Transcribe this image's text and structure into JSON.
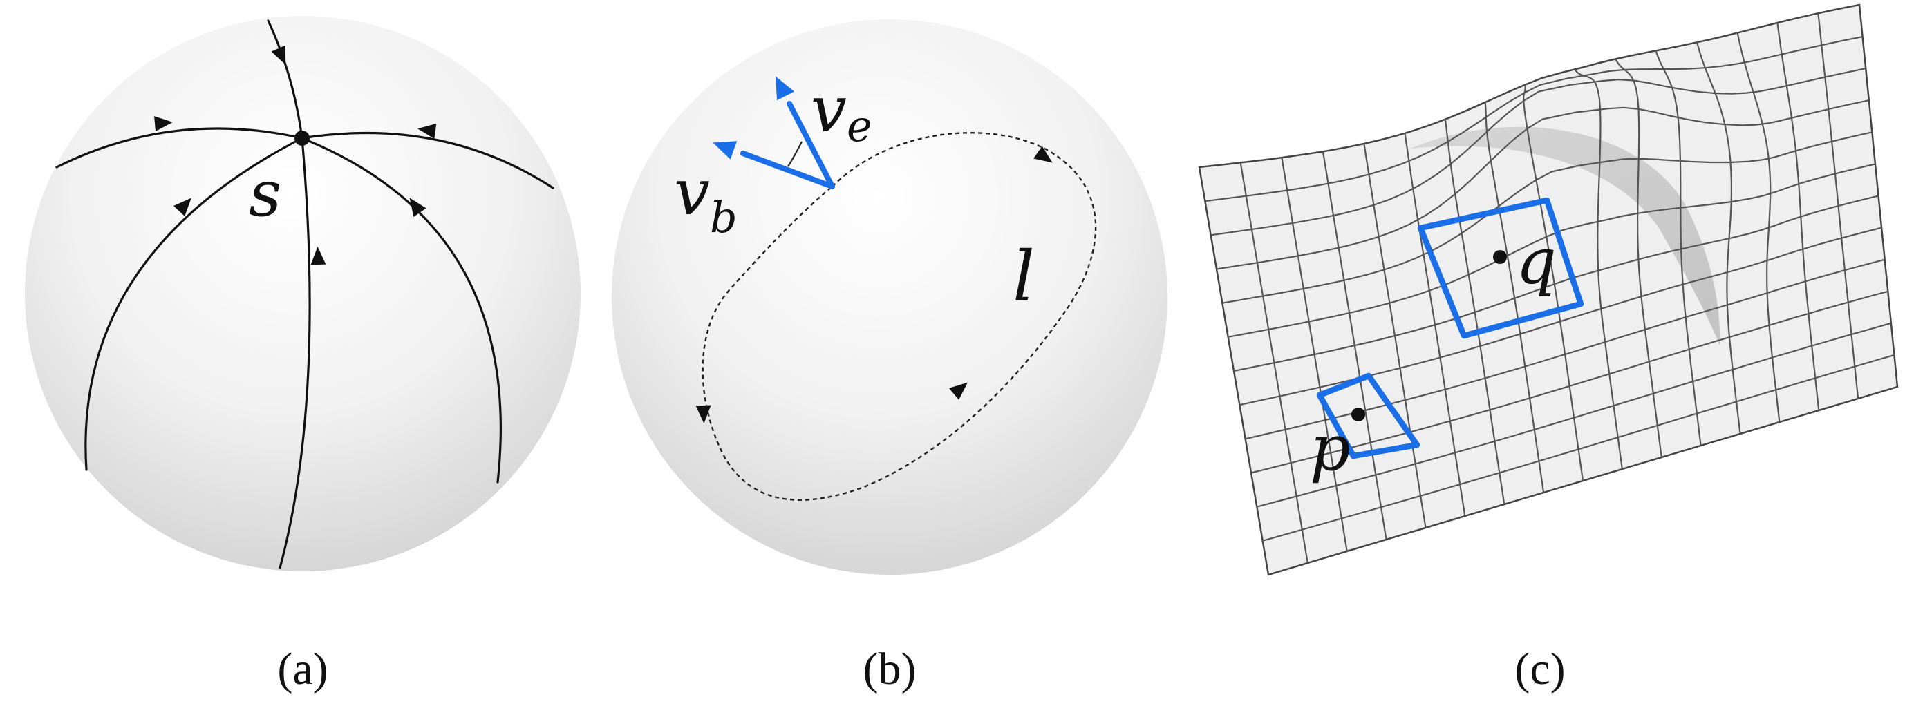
{
  "panels": [
    {
      "caption": "(a)",
      "labels": {
        "singular_point": "s"
      }
    },
    {
      "caption": "(b)",
      "labels": {
        "vector_e_base": "v",
        "vector_e_sub": "e",
        "vector_b_base": "v",
        "vector_b_sub": "b",
        "loop": "l"
      }
    },
    {
      "caption": "(c)",
      "labels": {
        "point_p": "p",
        "point_q": "q"
      }
    }
  ],
  "colors": {
    "highlight_blue": "#1a6fe8",
    "sphere_light": "#ffffff",
    "sphere_shadow": "#d4d4d4",
    "surface_fill": "#eeeeee"
  }
}
